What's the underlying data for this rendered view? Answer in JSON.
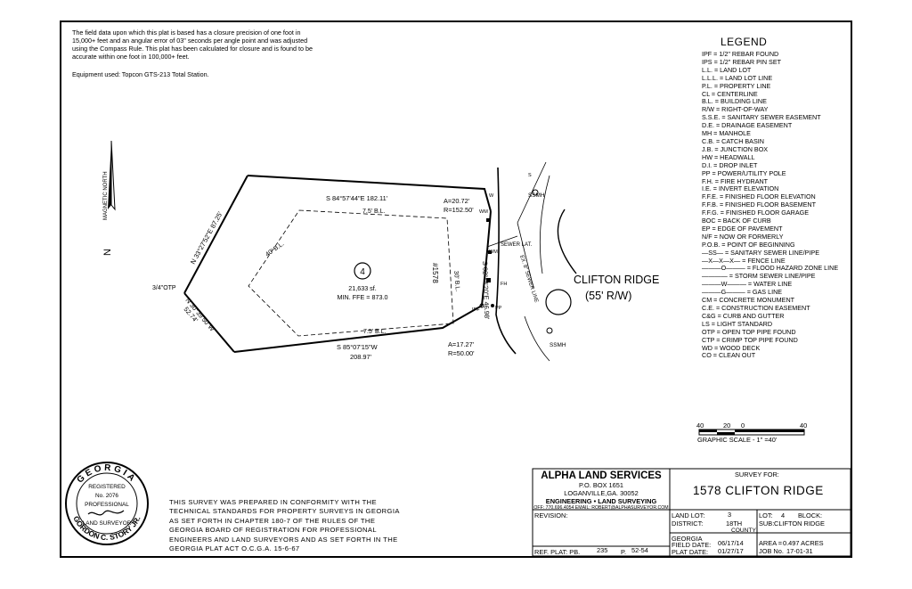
{
  "notes": {
    "closure": "The field data upon which this plat is based has a closure precision of one foot in 15,000+ feet and an angular error of 03\" seconds per angle point and was adjusted using the Compass Rule. This plat has been calculated for closure and is found to be accurate within one foot in 100,000+ feet.",
    "equipment": "Equipment used: Topcon GTS-213 Total Station."
  },
  "north_arrow": {
    "label": "MAGNETIC NORTH",
    "symbol": "N"
  },
  "plat": {
    "lot_number": "4",
    "area": "21,633 sf.",
    "min_ffe": "MIN. FFE = 873.0",
    "house_number": "#1578",
    "road_name": "CLIFTON RIDGE",
    "road_row": "(55' R/W)",
    "calls": {
      "north_line": "S 84°57'44\"E  182.11'",
      "south_bearing": "S 85°07'15\"W",
      "south_distance": "208.97'",
      "nw_line": "N 33°27'52\"E  87.25'",
      "sw_bearing": "N 30°39'50\"W",
      "sw_distance": "52.74'",
      "east_line": "S 02°44'20\"E  46.98'",
      "curve_north_a": "A=20.72'",
      "curve_north_r": "R=152.50'",
      "curve_south_a": "A=17.27'",
      "curve_south_r": "R=50.00'",
      "otp": "3/4\"OTP",
      "bl_north": "7.5' B.L.",
      "bl_south": "7.5' B.L.",
      "bl_west": "40' B.L.",
      "bl_east": "30' B.L.",
      "sewer_lat": "SEWER LAT.",
      "sewer_line": "EX. 8\" SEWER LINE",
      "ssmh_top": "SSMH",
      "ssmh_bottom": "SSMH",
      "wm_1": "WM",
      "wm_2": "WM",
      "fh": "FH",
      "pp": "PP",
      "ipf_1": "IPF",
      "water_w": "W",
      "sewer_s": "S"
    }
  },
  "legend": {
    "title": "LEGEND",
    "items": [
      "IPF = 1/2\" REBAR FOUND",
      "IPS = 1/2\" REBAR PIN SET",
      "L.L. = LAND LOT",
      "L.L.L. = LAND LOT LINE",
      "P.L. = PROPERTY LINE",
      "CL = CENTERLINE",
      "B.L. = BUILDING LINE",
      "R/W = RIGHT-OF-WAY",
      "S.S.E. = SANITARY SEWER EASEMENT",
      "D.E. = DRAINAGE EASEMENT",
      "MH = MANHOLE",
      "C.B. = CATCH BASIN",
      "J.B. = JUNCTION BOX",
      "HW = HEADWALL",
      "D.I. = DROP INLET",
      "PP = POWER/UTILITY POLE",
      "F.H. = FIRE HYDRANT",
      "I.E. = INVERT ELEVATION",
      "F.F.E. = FINISHED FLOOR ELEVATION",
      "F.F.B. = FINISHED FLOOR BASEMENT",
      "F.F.G. = FINISHED FLOOR GARAGE",
      "BOC = BACK OF CURB",
      "EP = EDGE OF PAVEMENT",
      "N/F = NOW OR FORMERLY",
      "P.O.B. = POINT OF BEGINNING",
      "—SS— = SANITARY SEWER LINE/PIPE",
      "—X—X—X— = FENCE LINE",
      "———O——— = FLOOD HAZARD ZONE LINE",
      "———— = STORM SEWER LINE/PIPE",
      "———W——— = WATER LINE",
      "———G——— = GAS LINE",
      "CM = CONCRETE MONUMENT",
      "C.E. = CONSTRUCTION EASEMENT",
      "C&G = CURB AND GUTTER",
      "LS = LIGHT STANDARD",
      "OTP = OPEN TOP PIPE FOUND",
      "CTP = CRIMP TOP PIPE FOUND",
      "WD = WOOD DECK",
      "CO = CLEAN OUT"
    ]
  },
  "scale": {
    "ticks": [
      "40",
      "20",
      "0",
      "40"
    ],
    "caption": "GRAPHIC SCALE - 1\" =40'"
  },
  "seal": {
    "top_text": "GEORGIA",
    "line1": "REGISTERED",
    "number": "No. 2076",
    "line2": "PROFESSIONAL",
    "bottom_text": "LAND SURVEYOR",
    "name": "GORDON C. STORY JR."
  },
  "certification": "THIS SURVEY WAS PREPARED IN CONFORMITY WITH THE TECHNICAL STANDARDS FOR PROPERTY SURVEYS IN GEORGIA AS SET FORTH IN CHAPTER 180-7 OF THE RULES OF THE GEORGIA BOARD OF REGISTRATION FOR PROFESSIONAL ENGINEERS AND LAND SURVEYORS AND AS SET FORTH IN THE GEORGIA PLAT ACT O.C.G.A. 15-6-67",
  "title_block": {
    "company": "ALPHA LAND SERVICES",
    "po_box": "P.O. BOX 1651",
    "city": "LOGANVILLE,GA. 30052",
    "services": "ENGINEERING • LAND SURVEYING",
    "contact": "OFF: 770.696.4054  EMAIL: ROBERT@ALPHASURVEYOR.COM",
    "survey_for_label": "SURVEY FOR:",
    "survey_for": "1578 CLIFTON RIDGE",
    "revision_label": "REVISION:",
    "ref_plat_label": "REF. PLAT: PB.",
    "ref_plat_pb": "235",
    "ref_plat_p_label": "P.",
    "ref_plat_p": "52-54",
    "land_lot_label": "LAND LOT:",
    "land_lot": "3",
    "district_label": "DISTRICT:",
    "district": "18TH",
    "county_label": "COUNTY",
    "state": "GEORGIA",
    "field_date_label": "FIELD DATE:",
    "field_date": "06/17/14",
    "plat_date_label": "PLAT DATE:",
    "plat_date": "01/27/17",
    "lot_label": "LOT:",
    "lot": "4",
    "block_label": "BLOCK:",
    "block": "",
    "sub_label": "SUB:",
    "sub": "CLIFTON RIDGE",
    "area_label": "AREA =",
    "area": "0.497 ACRES",
    "job_label": "JOB No.",
    "job": "17-01-31"
  }
}
